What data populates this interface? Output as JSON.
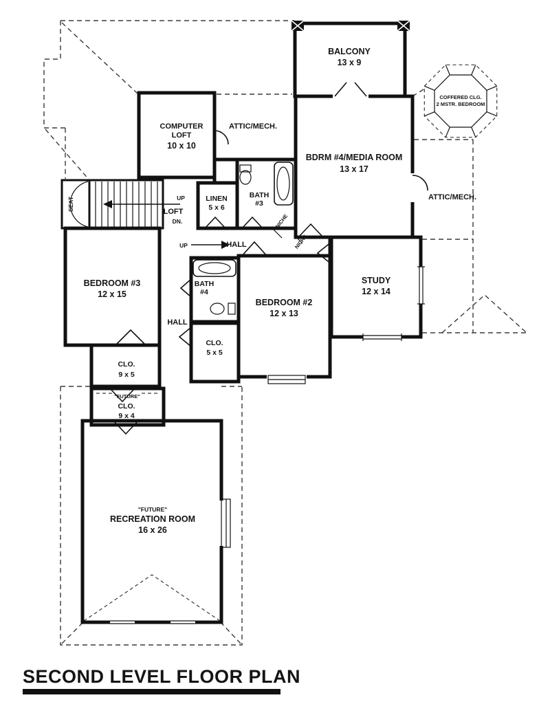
{
  "title": "SECOND LEVEL FLOOR PLAN",
  "colors": {
    "ink": "#111111",
    "background": "#ffffff"
  },
  "labels": {
    "balcony_name": "BALCONY",
    "balcony_dims": "13 x 9",
    "coffered_line1": "COFFERED CLG.",
    "coffered_line2": "2 MSTR. BEDROOM",
    "computer_line1": "COMPUTER",
    "computer_line2": "LOFT",
    "computer_dims": "10 x 10",
    "attic_top": "ATTIC/MECH.",
    "attic_right": "ATTIC/MECH.",
    "bdrm4_name": "BDRM #4/MEDIA ROOM",
    "bdrm4_dims": "13 x 17",
    "linen_name": "LINEN",
    "linen_dims": "5 x 6",
    "bath3_line1": "BATH",
    "bath3_line2": "#3",
    "loft": "LOFT",
    "up_stairs": "UP",
    "dn": "DN.",
    "up_hall": "UP",
    "seat": "SEAT",
    "hall_upper": "HALL",
    "hall_lower": "HALL",
    "niche1": "NICHE",
    "niche2": "NICHE",
    "bedroom3_name": "BEDROOM #3",
    "bedroom3_dims": "12 x 15",
    "bath4_line1": "BATH",
    "bath4_line2": "#4",
    "bedroom2_name": "BEDROOM #2",
    "bedroom2_dims": "12 x 13",
    "study_name": "STUDY",
    "study_dims": "12 x 14",
    "clo1_name": "CLO.",
    "clo1_dims": "9 x 5",
    "clo2_name": "CLO.",
    "clo2_dims": "5 x 5",
    "futclo_future": "\"FUTURE\"",
    "futclo_name": "CLO.",
    "futclo_dims": "9 x 4",
    "rec_future": "\"FUTURE\"",
    "rec_name": "RECREATION ROOM",
    "rec_dims": "16 x 26"
  }
}
